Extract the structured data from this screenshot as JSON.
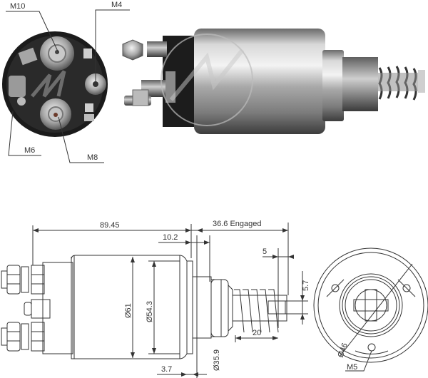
{
  "photo_end_view": {
    "labels": {
      "m10": "M10",
      "m4": "M4",
      "m6": "M6",
      "m8": "M8"
    }
  },
  "drawing_side_view": {
    "dimensions": {
      "overall_length": "89.45",
      "engaged_stroke": "36.6 Engaged",
      "flange_offset": "10.2",
      "body_diameter": "Ø61",
      "inner_diameter": "Ø54.3",
      "flange_thickness": "3.7",
      "nose_diameter": "Ø35.9",
      "plunger_tip": "5",
      "spring_length": "20",
      "slot_width": "5.7"
    }
  },
  "drawing_end_view": {
    "dimensions": {
      "bolt_circle": "Ø46",
      "mount_thread": "M5"
    }
  },
  "colors": {
    "line": "#333333",
    "body_dark": "#1e1e1e",
    "metal_light": "#d9d9d9",
    "metal_mid": "#9a9a9a",
    "metal_dark": "#555555"
  }
}
